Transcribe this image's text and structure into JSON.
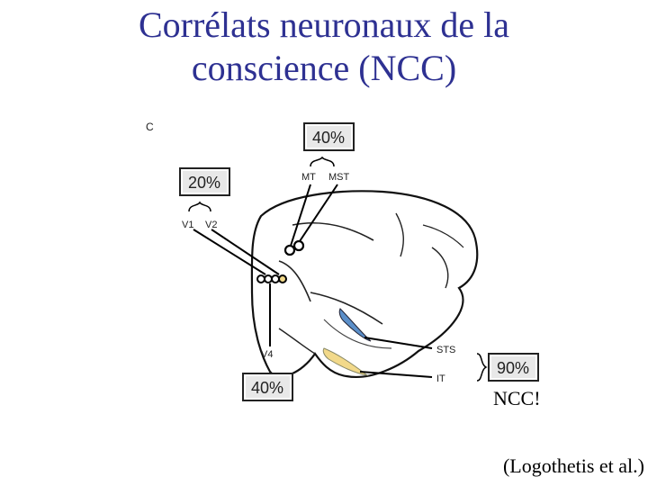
{
  "slide": {
    "title_line1": "Corrélats neuronaux de la",
    "title_line2": "conscience (NCC)",
    "ncc_label": "NCC!",
    "citation": "(Logothetis et al.)"
  },
  "figure": {
    "panel_letter": "C",
    "boxes": {
      "early": "20%",
      "motion": "40%",
      "v4": "40%",
      "temporal": "90%"
    },
    "area_labels": {
      "v1": "V1",
      "v2": "V2",
      "mt": "MT",
      "mst": "MST",
      "v4": "V4",
      "sts": "STS",
      "it": "IT"
    },
    "colors": {
      "title": "#2e3192",
      "sts_region": "#5b8fc9",
      "it_region": "#f2d98a"
    }
  }
}
